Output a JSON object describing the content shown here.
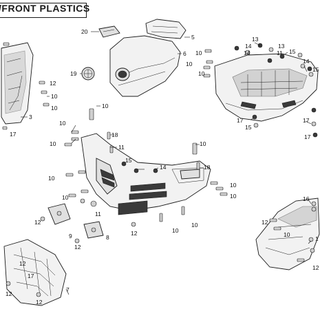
{
  "header": {
    "title": "/FRONT  PLASTICS"
  },
  "callouts": {
    "c20": "20",
    "c5": "5",
    "c6": "6",
    "c19": "19",
    "c3": "3",
    "c17a": "17",
    "c10a": "10",
    "c10b": "10",
    "c12a": "12",
    "c10c": "10",
    "c10d": "10",
    "c10e": "10",
    "c18a": "18",
    "c11a": "11",
    "c15a": "15",
    "c14a": "14",
    "c10f": "10",
    "c10g": "10",
    "c12b": "12",
    "c9": "9",
    "c11b": "11",
    "c8": "8",
    "c12c": "12",
    "c12d": "12",
    "c10h": "10",
    "c10i": "10",
    "c18b": "18",
    "c10j": "10",
    "c10k": "10",
    "c10l": "10",
    "c10m": "10",
    "c10n": "10",
    "c13a": "13",
    "c14b": "14",
    "c13b": "13",
    "c14c": "14",
    "c11c": "11",
    "c15b": "15",
    "c15c": "15",
    "c14d": "14",
    "c17b": "17",
    "c15d": "15",
    "c17c": "17",
    "c17d": "17",
    "c16": "16",
    "c12e": "12",
    "c1": "1",
    "c12f": "12",
    "c12g": "12",
    "c7": "7",
    "c12h": "12",
    "c17e": "17",
    "c12i": "12",
    "c10o": "10",
    "c10p": "10"
  }
}
